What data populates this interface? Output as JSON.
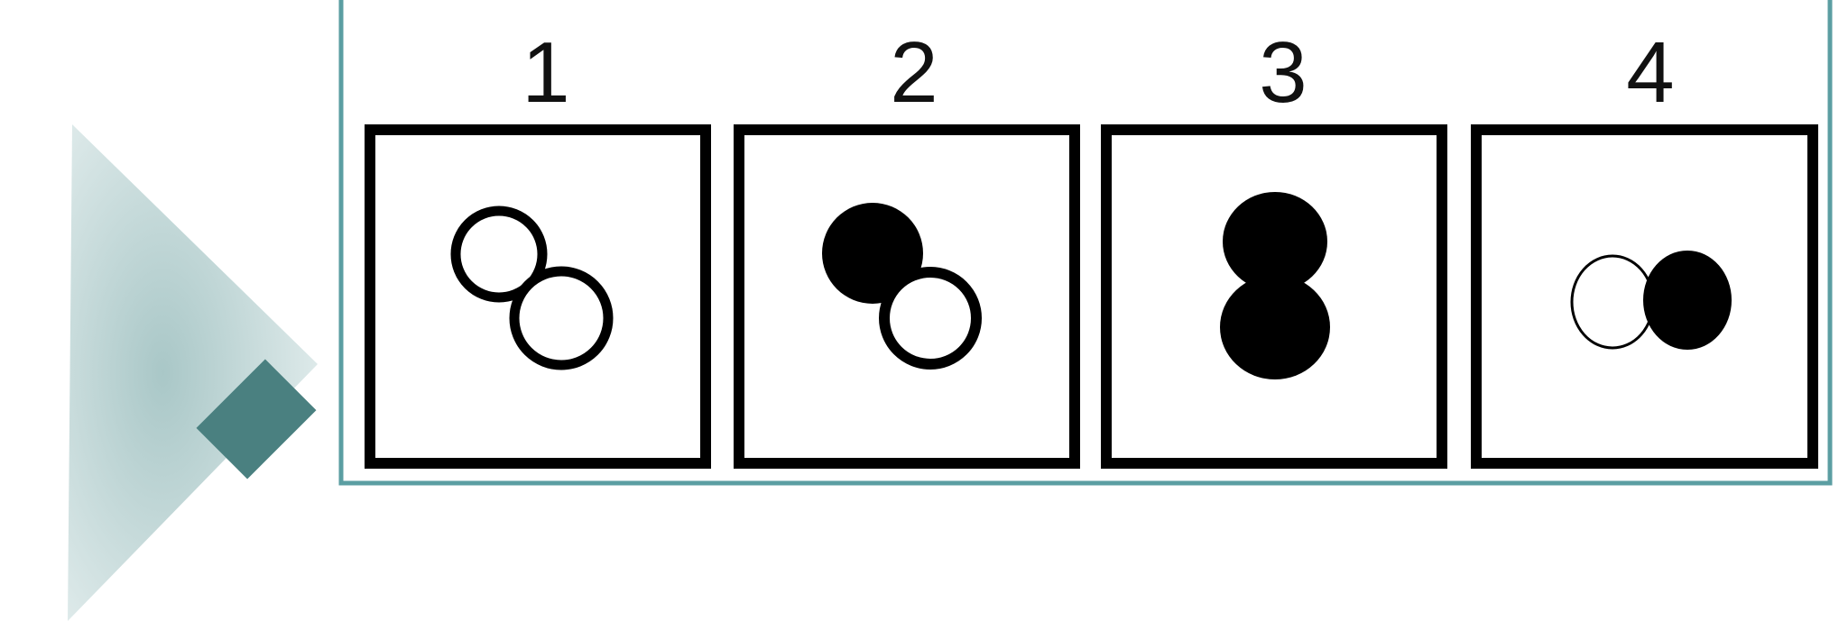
{
  "panels": [
    {
      "number": "1",
      "description": "two-outlined-circles-diagonal"
    },
    {
      "number": "2",
      "description": "filled-circle-over-outlined-circle-diagonal"
    },
    {
      "number": "3",
      "description": "two-filled-circles-vertical"
    },
    {
      "number": "4",
      "description": "outlined-circle-beside-filled-circle"
    }
  ],
  "colors": {
    "frame_border": "#5b9ea2",
    "arrow_gradient_center": "#a9c7c7",
    "arrow_gradient_edge": "#e4eeee",
    "arrow_square": "#4a8080",
    "ink": "#000000",
    "paper": "#ffffff"
  }
}
